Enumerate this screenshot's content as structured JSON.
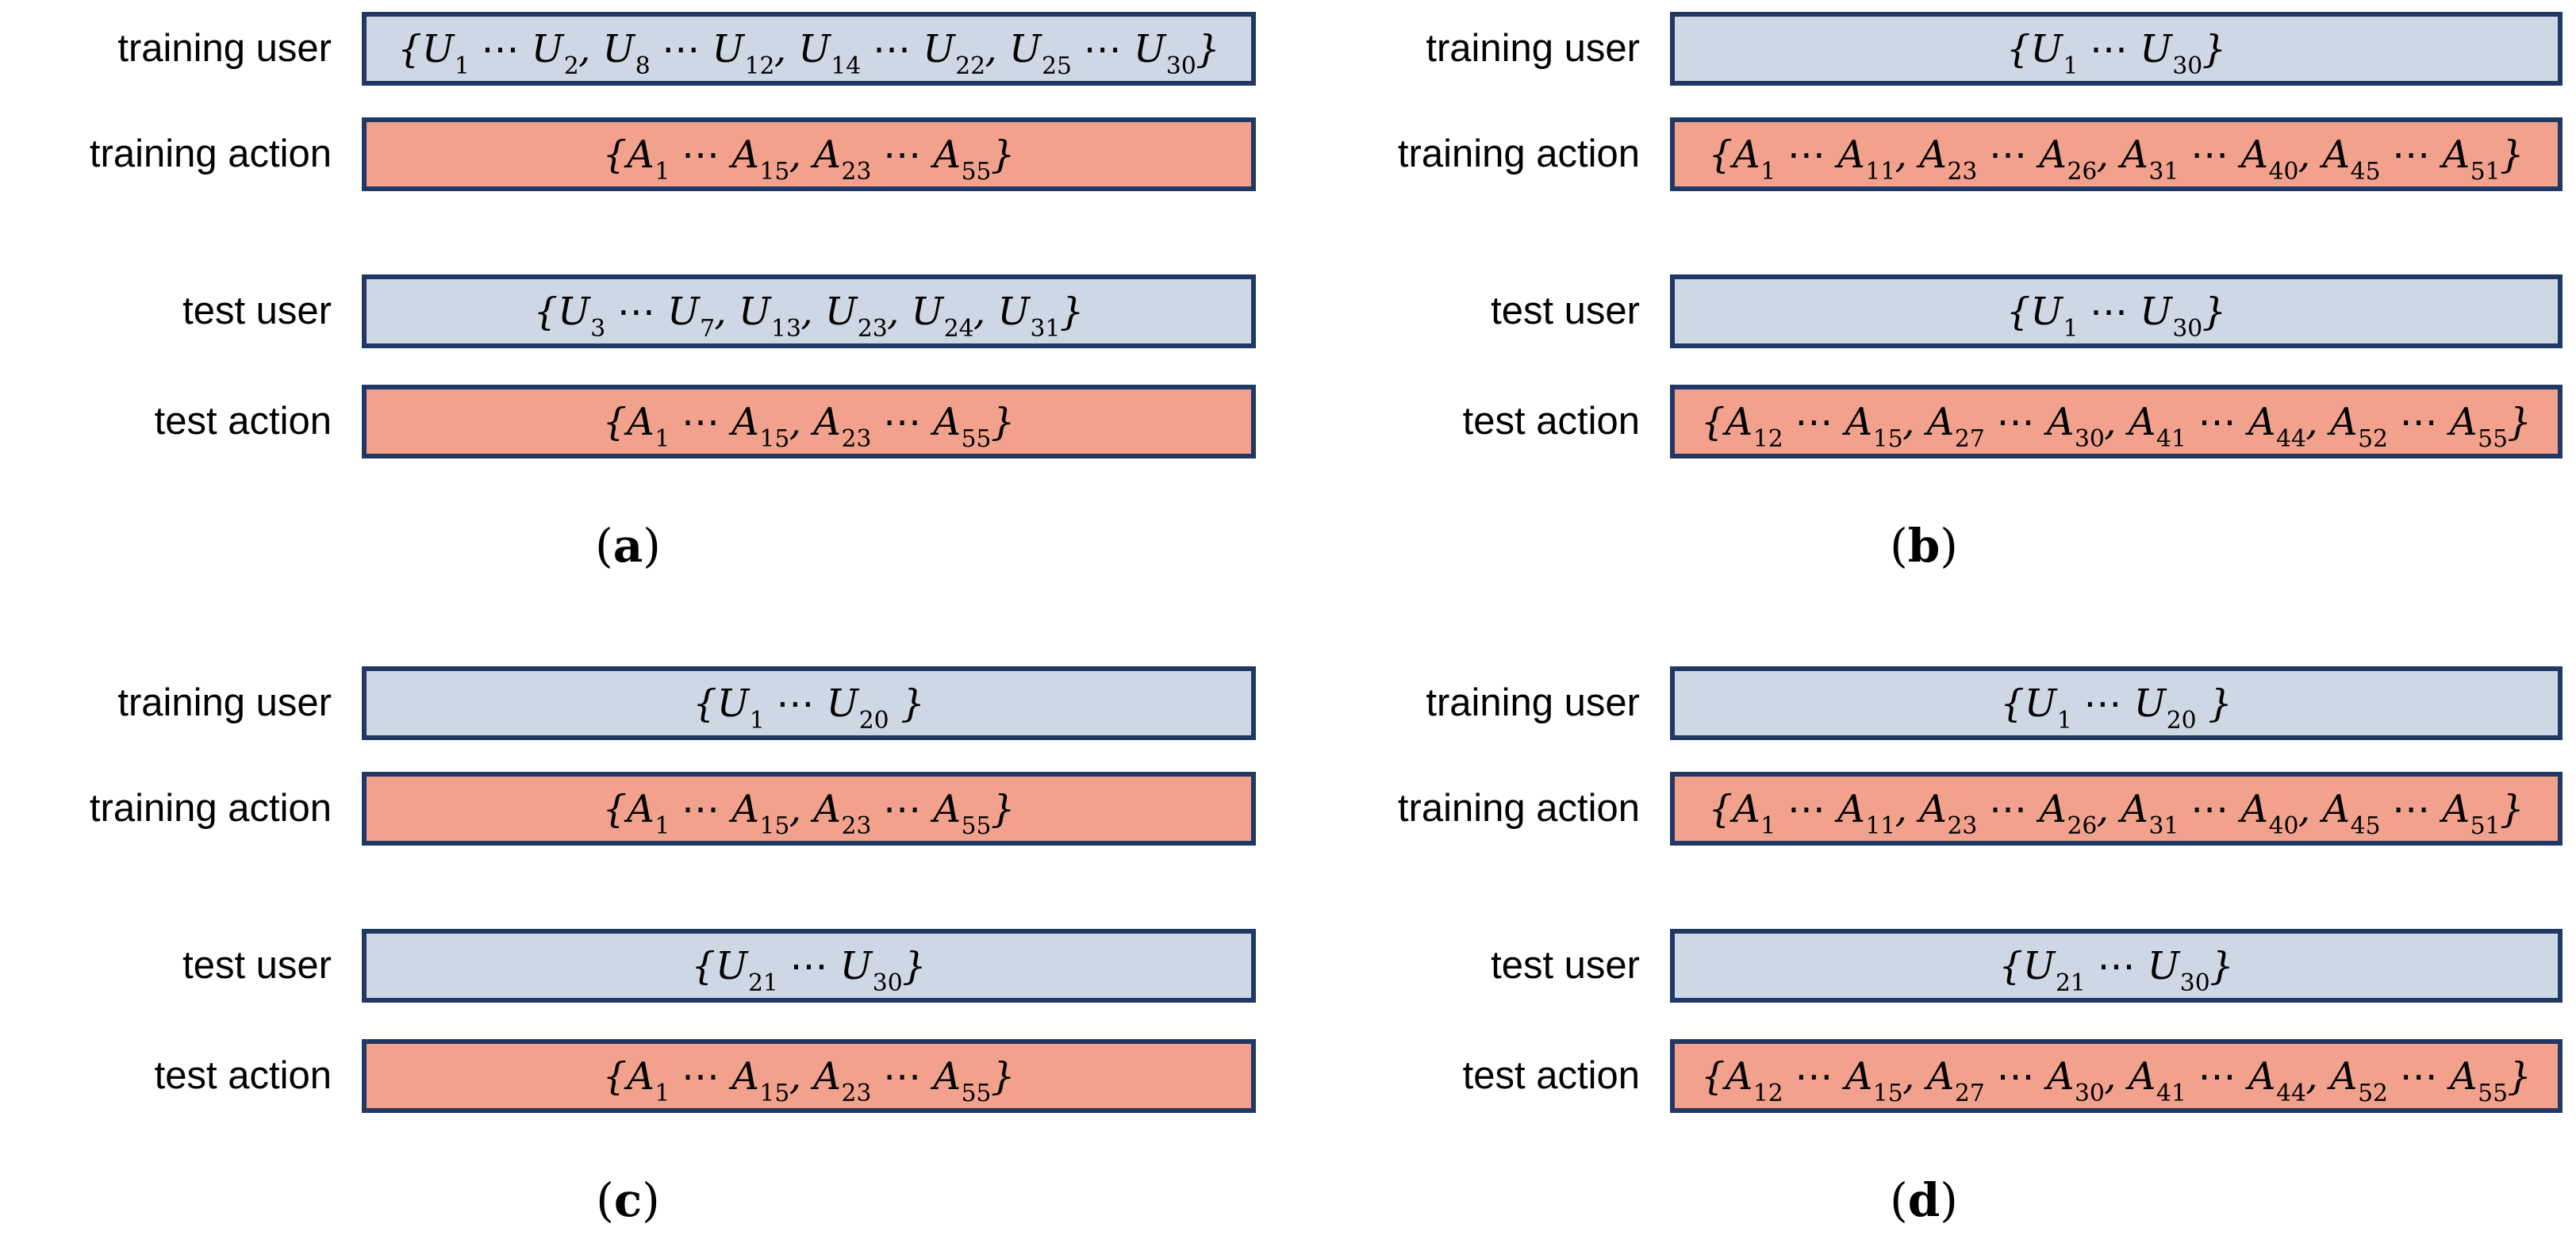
{
  "figure": {
    "colors": {
      "user_fill": "#cdd8e4",
      "action_fill": "#f2a18c",
      "box_border": "#1f3864",
      "text": "#000000"
    },
    "panels": [
      {
        "caption": {
          "open": "(",
          "letter": "a",
          "close": ")"
        },
        "rows": [
          {
            "label": "training user",
            "type": "user",
            "value": "{U_1 ⋯ U_2, U_8 ⋯ U_12, U_14 ⋯ U_22, U_25 ⋯ U_30}"
          },
          {
            "label": "training action",
            "type": "action",
            "value": "{A_1 ⋯ A_15, A_23 ⋯ A_55}"
          },
          {
            "label": "test user",
            "type": "user",
            "value": "{U_3 ⋯ U_7, U_13, U_23, U_24, U_31}"
          },
          {
            "label": "test action",
            "type": "action",
            "value": "{A_1 ⋯ A_15, A_23 ⋯ A_55}"
          }
        ]
      },
      {
        "caption": {
          "open": "(",
          "letter": "b",
          "close": ")"
        },
        "rows": [
          {
            "label": "training user",
            "type": "user",
            "value": "{U_1 ⋯ U_30}"
          },
          {
            "label": "training action",
            "type": "action",
            "value": "{A_1 ⋯ A_11, A_23 ⋯ A_26, A_31 ⋯ A_40, A_45 ⋯ A_51}"
          },
          {
            "label": "test user",
            "type": "user",
            "value": "{U_1 ⋯ U_30}"
          },
          {
            "label": "test action",
            "type": "action",
            "value": "{A_12 ⋯ A_15, A_27 ⋯ A_30, A_41 ⋯ A_44, A_52 ⋯ A_55}"
          }
        ]
      },
      {
        "caption": {
          "open": "(",
          "letter": "c",
          "close": ")"
        },
        "rows": [
          {
            "label": "training user",
            "type": "user",
            "value": "{U_1 ⋯ U_20 }"
          },
          {
            "label": "training action",
            "type": "action",
            "value": "{A_1 ⋯ A_15, A_23 ⋯ A_55}"
          },
          {
            "label": "test user",
            "type": "user",
            "value": "{U_21 ⋯ U_30}"
          },
          {
            "label": "test action",
            "type": "action",
            "value": "{A_1 ⋯ A_15, A_23 ⋯ A_55}"
          }
        ]
      },
      {
        "caption": {
          "open": "(",
          "letter": "d",
          "close": ")"
        },
        "rows": [
          {
            "label": "training user",
            "type": "user",
            "value": "{U_1 ⋯ U_20 }"
          },
          {
            "label": "training action",
            "type": "action",
            "value": "{A_1 ⋯ A_11, A_23 ⋯ A_26, A_31 ⋯ A_40, A_45 ⋯ A_51}"
          },
          {
            "label": "test user",
            "type": "user",
            "value": "{U_21 ⋯ U_30}"
          },
          {
            "label": "test action",
            "type": "action",
            "value": "{A_12 ⋯ A_15, A_27 ⋯ A_30, A_41 ⋯ A_44, A_52 ⋯ A_55}"
          }
        ]
      }
    ]
  }
}
